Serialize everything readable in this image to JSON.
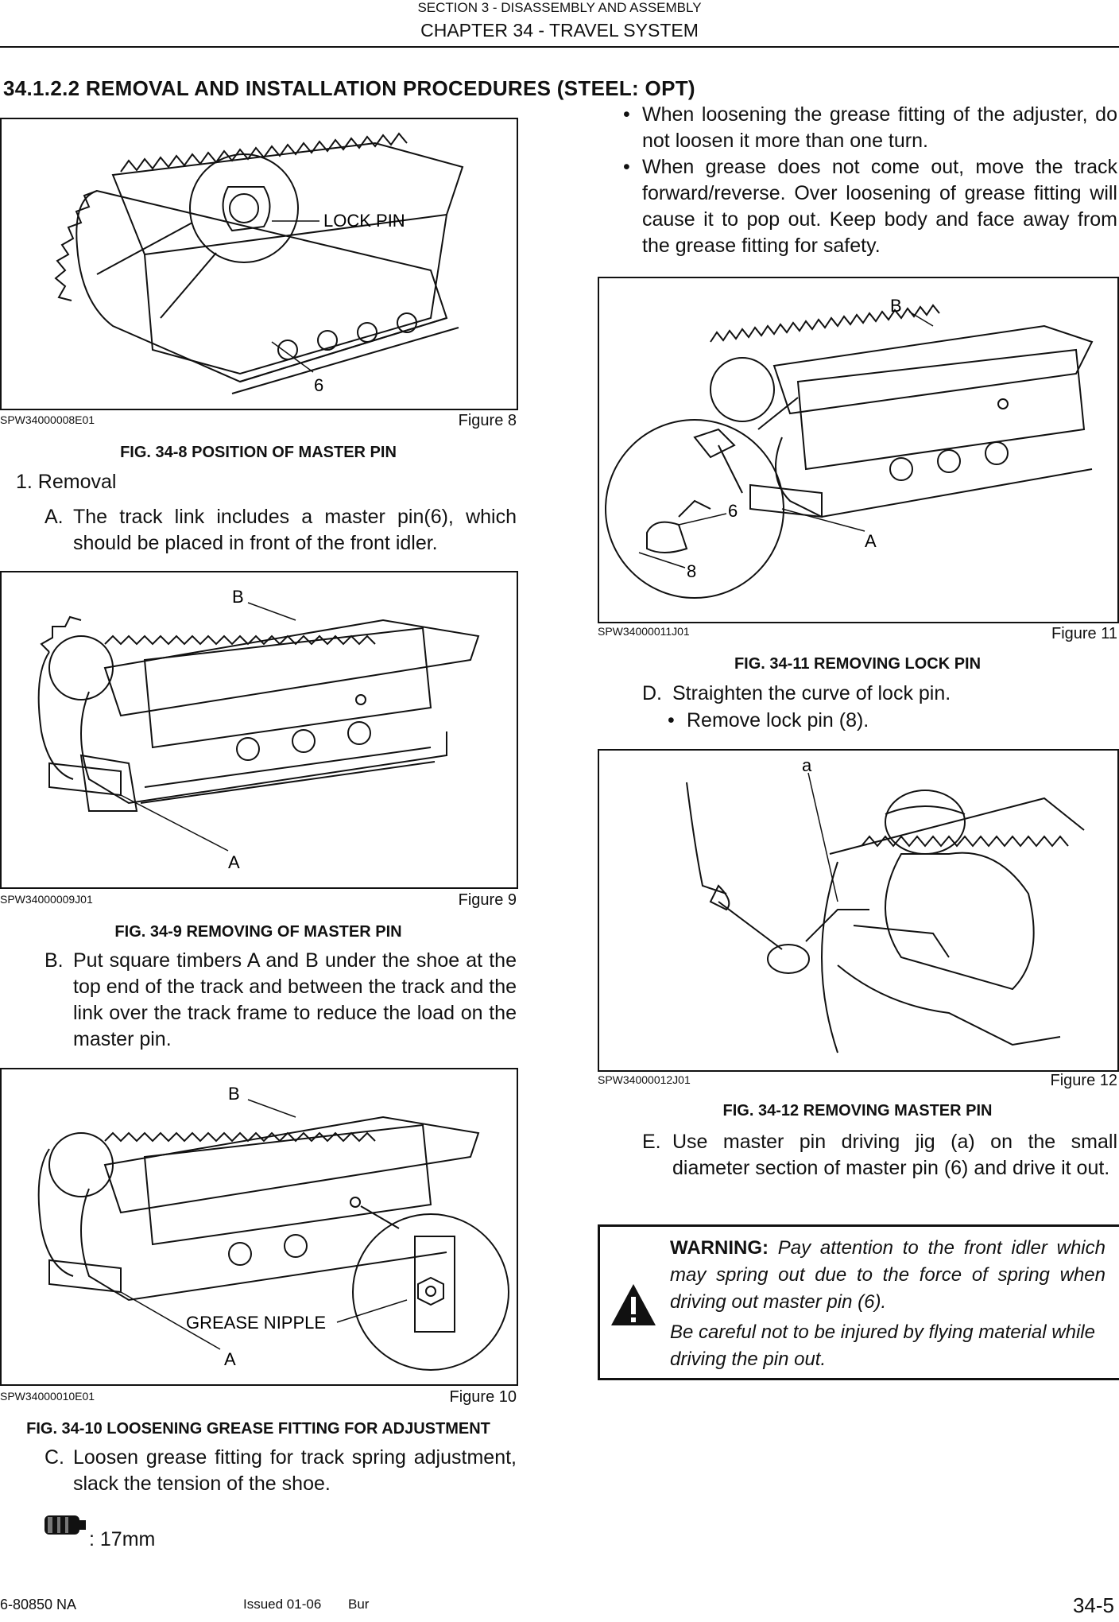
{
  "header": {
    "section": "SECTION 3 - DISASSEMBLY AND ASSEMBLY",
    "chapter": "CHAPTER 34 - TRAVEL SYSTEM"
  },
  "heading": "34.1.2.2 REMOVAL AND INSTALLATION PROCEDURES (STEEL: OPT)",
  "figures": {
    "f8": {
      "id": "SPW34000008E01",
      "num": "Figure 8",
      "caption": "FIG. 34-8 POSITION OF MASTER PIN",
      "labels": {
        "lock": "LOCK PIN",
        "six": "6"
      }
    },
    "f9": {
      "id": "SPW34000009J01",
      "num": "Figure 9",
      "caption": "FIG. 34-9 REMOVING OF MASTER PIN",
      "labels": {
        "b": "B",
        "a": "A"
      }
    },
    "f10": {
      "id": "SPW34000010E01",
      "num": "Figure 10",
      "caption": "FIG. 34-10 LOOSENING GREASE FITTING FOR ADJUSTMENT",
      "labels": {
        "b": "B",
        "a": "A",
        "nipple": "GREASE NIPPLE"
      }
    },
    "f11": {
      "id": "SPW34000011J01",
      "num": "Figure 11",
      "caption": "FIG. 34-11 REMOVING LOCK PIN",
      "labels": {
        "b": "B",
        "a": "A",
        "six": "6",
        "eight": "8"
      }
    },
    "f12": {
      "id": "SPW34000012J01",
      "num": "Figure 12",
      "caption": "FIG. 34-12 REMOVING MASTER PIN",
      "labels": {
        "a": "a"
      }
    }
  },
  "left": {
    "step1": "1. Removal",
    "stepA": {
      "label": "A.",
      "text": "The track link includes a master pin(6), which should be placed in front of the front idler."
    },
    "stepB": {
      "label": "B.",
      "text": "Put square timbers A and B under the shoe at the top end of the track and between the track and the link over the track frame to reduce the load on the master pin."
    },
    "stepC": {
      "label": "C.",
      "text": "Loosen grease fitting for track spring adjustment, slack the tension of the shoe."
    },
    "tool": ": 17mm"
  },
  "right": {
    "bullets": [
      "When loosening the grease fitting of the adjuster, do not loosen it more than one turn.",
      "When grease does not come out, move the track forward/reverse. Over loosening of grease fitting will cause it to pop out. Keep body and face away from the grease fitting for safety."
    ],
    "stepD": {
      "label": "D.",
      "text": "Straighten the curve of lock pin."
    },
    "stepD_bullet": "Remove lock pin (8).",
    "stepE": {
      "label": "E.",
      "text": "Use master pin driving jig (a) on the small diameter section of master pin (6) and drive it out."
    },
    "warning": {
      "label": "WARNING:",
      "text1": "Pay attention to the front idler which may spring out due to the force of spring when driving out master pin (6).",
      "text2": "Be careful not to be injured by flying material while driving the pin out."
    }
  },
  "footer": {
    "docnum": "6-80850 NA",
    "issued": "Issued 01-06",
    "bur": "Bur",
    "page": "34-5"
  }
}
